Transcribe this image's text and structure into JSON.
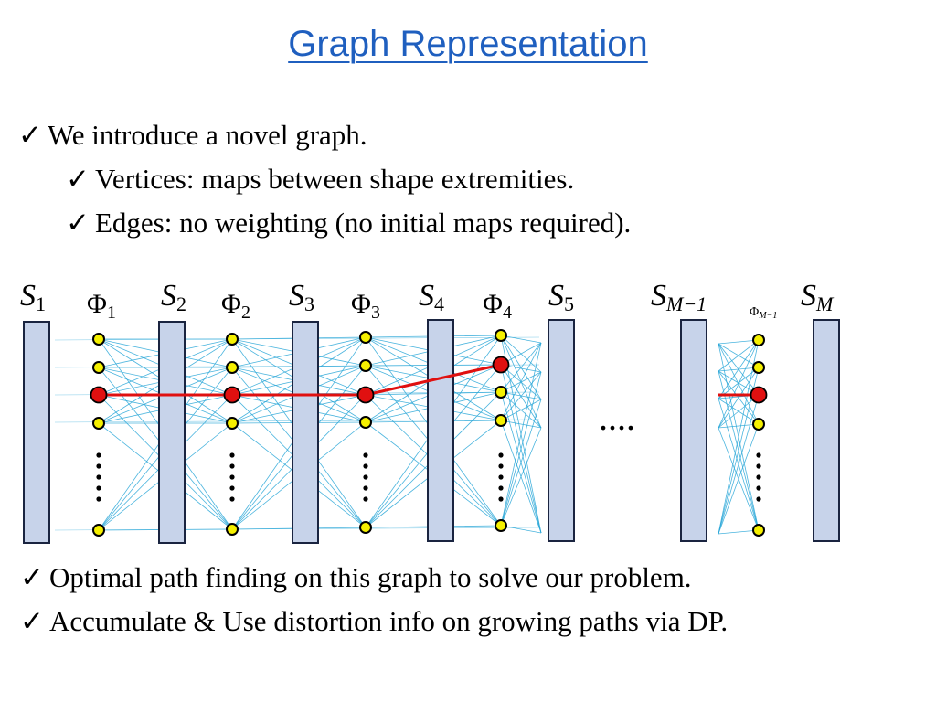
{
  "slide": {
    "title": "Graph Representation",
    "bullets": [
      {
        "check": "✓",
        "text": "We introduce a novel graph."
      },
      {
        "check": "✓",
        "text": "Vertices: maps between shape extremities."
      },
      {
        "check": "✓",
        "text": "Edges: no weighting (no initial maps required)."
      },
      {
        "check": "✓",
        "text": "Optimal path finding on this graph to solve our problem."
      },
      {
        "check": "✓",
        "text": "Accumulate & Use distortion info on growing paths via DP."
      }
    ]
  },
  "diagram": {
    "shapes": [
      {
        "name": "S",
        "sub": "1"
      },
      {
        "name": "S",
        "sub": "2"
      },
      {
        "name": "S",
        "sub": "3"
      },
      {
        "name": "S",
        "sub": "4"
      },
      {
        "name": "S",
        "sub": "5"
      },
      {
        "name": "S",
        "sub": "M−1"
      },
      {
        "name": "S",
        "sub": "M"
      }
    ],
    "maps": [
      {
        "name": "Φ",
        "sub": "1"
      },
      {
        "name": "Φ",
        "sub": "2"
      },
      {
        "name": "Φ",
        "sub": "3"
      },
      {
        "name": "Φ",
        "sub": "4"
      },
      {
        "name": "Φ",
        "sub": "M−1"
      }
    ],
    "ellipsis": "....",
    "colors": {
      "bar_fill": "#c7d3ea",
      "bar_stroke": "#1a2440",
      "edge": "#2aa7d8",
      "vertex": "#f5f000",
      "path": "#e01010"
    }
  }
}
